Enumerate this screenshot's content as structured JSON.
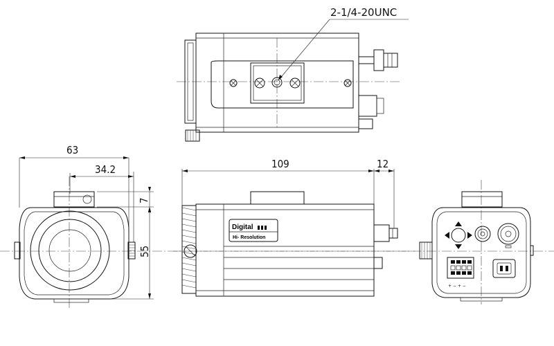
{
  "annotations": {
    "thread_note": "2-1/4-20UNC"
  },
  "dimensions": {
    "overall_width": "63",
    "offset_width": "34.2",
    "height": "55",
    "mount_height": "7",
    "body_length": "109",
    "connector_length": "12"
  },
  "label_plate": {
    "brand": "Digital",
    "subtitle": "Hi- Resolution"
  },
  "rear_panel": {
    "terminal_signs": "+ −   + −"
  }
}
